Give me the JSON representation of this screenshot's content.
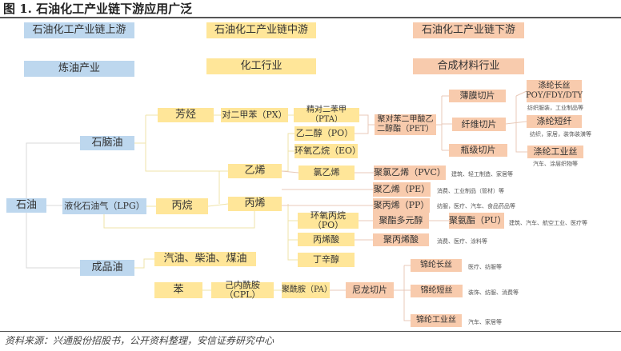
{
  "title": "图 1. 石油化工产业链下游应用广泛",
  "headers": {
    "upstream": "石油化工产业链上游",
    "upstream_sub": "炼油产业",
    "midstream": "石油化工产业链中游",
    "midstream_sub": "化工行业",
    "downstream": "石油化工产业链下游",
    "downstream_sub": "合成材料行业"
  },
  "nodes": {
    "oil": "石油",
    "naphtha": "石脑油",
    "lpg": "液化石油气（LPG）",
    "refined": "成品油",
    "aromatics": "芳烃",
    "propane": "丙烷",
    "fuels": "汽油、柴油、煤油",
    "benzene": "苯",
    "px": "对二甲苯（PX）",
    "ethylene": "乙烯",
    "propylene": "丙烯",
    "cpl": "己内酰胺（CPL）",
    "pta": "精对二苯甲（PTA）",
    "eg": "乙二醇（PO）",
    "eo": "环氧乙烷（EO）",
    "vcm": "氯乙烯",
    "po": "环氧丙烷（PO）",
    "acrylic": "丙烯酸",
    "octanol": "丁辛醇",
    "pa": "聚酰胺（PA）",
    "pet": "聚对苯二甲酸乙二醇酯（PET）",
    "pvc": "聚氯乙烯（PVC）",
    "pe": "聚乙烯（PE）",
    "pp": "聚丙烯（PP）",
    "polyol": "聚酯多元醇",
    "paa": "聚丙烯酸",
    "nylon_chip": "尼龙切片",
    "film_chip": "薄膜切片",
    "fiber_chip": "纤维切片",
    "bottle_chip": "瓶级切片",
    "pu": "聚氨酯（PU）",
    "polyester_filament": "涤纶长丝 POY/FDY/DTY",
    "polyester_staple": "涤纶短纤",
    "polyester_industrial": "涤纶工业丝",
    "nylon_filament": "锦纶长丝",
    "nylon_staple": "锦纶短丝",
    "nylon_industrial": "锦纶工业丝"
  },
  "notes": {
    "polyester_filament": "纺织服装，工业制品等",
    "polyester_staple": "纺织，家居，装饰装潢等",
    "polyester_industrial": "汽车、涂层织物等",
    "pvc": "建筑、轻工制造、家居等",
    "pe": "消费、工业制品（管材）等",
    "pp": "纺服，医疗、汽车、食品药品等",
    "pu": "建筑、汽车、航空工业、医疗等",
    "paa": "消费、医疗、涂料等",
    "nylon_filament": "医疗、纺服等",
    "nylon_staple": "装饰、纺服、消费等",
    "nylon_industrial": "汽车、家居等"
  },
  "source": "资料来源：兴通股份招股书，公开资料整理，安信证券研究中心"
}
